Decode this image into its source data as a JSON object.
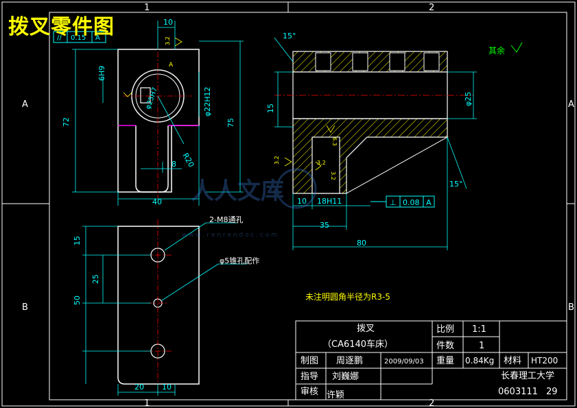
{
  "title_overlay": "拨叉零件图",
  "zone_labels": {
    "top_1": "1",
    "top_2": "2",
    "bottom_1": "1",
    "bottom_2": "2",
    "left_a": "A",
    "left_b": "B",
    "right_a": "A",
    "right_b": "B"
  },
  "dims": {
    "d10_top": "10",
    "d40": "40",
    "d72": "72",
    "d75": "75",
    "d8": "8",
    "d6h9": "6H9",
    "d25h7": "φ25H7",
    "d22h12": "φ22H12",
    "r20": "R20",
    "d15_pos": "15",
    "d25_pos": "25",
    "d50": "50",
    "d20_bot": "20",
    "d10_bot": "10",
    "angle15_top": "15°",
    "angle15_right": "15°",
    "d15_sec": "15",
    "phi25_sec": "φ25",
    "d10_sec": "10",
    "d18h11": "18H11",
    "d35": "35",
    "d80": "80",
    "rough_32_a": "3.2",
    "rough_32_b": "3.2",
    "rough_32_c": "3.2",
    "rough_32_d": "3.2",
    "rough_63": "6.3"
  },
  "callouts": {
    "holes": "2-M8通孔",
    "pin": "φ5锥孔配作",
    "rest": "其余",
    "tol_top_sym": "//",
    "tol_top_val": "0.15",
    "tol_top_ref": "A",
    "tol_sym": "⊥",
    "tol_val": "0.08",
    "tol_ref": "A",
    "datum_a": "A"
  },
  "note": "未注明圆角半径为R3-5",
  "watermark": {
    "text": "人人文库",
    "url": "w w w . r e n r e n d o c . c o m"
  },
  "title_block": {
    "part_name": "拨叉",
    "machine": "（CA6140车床）",
    "scale_label": "比例",
    "scale_value": "1:1",
    "qty_label": "件数",
    "qty_value": "1",
    "weight_label": "重量",
    "weight_value": "0.84Kg",
    "material_label": "材料",
    "material_value": "HT200",
    "drawn_label": "制图",
    "drawn_name": "周逐鹏",
    "drawn_date": "2009/09/03",
    "guide_label": "指导",
    "guide_name": "刘巍娜",
    "review_label": "审核",
    "review_name": "许颖",
    "school": "长春理工大学",
    "code": "0603111",
    "code_no": "29"
  },
  "colors": {
    "bg": "#000000",
    "line": "#ffffff",
    "dim": "#00ffff",
    "center": "#ff0000",
    "hatch": "#ffff00",
    "text": "#ffffff",
    "title": "#ffff00",
    "magenta": "#ff00ff",
    "green": "#00ff00"
  }
}
